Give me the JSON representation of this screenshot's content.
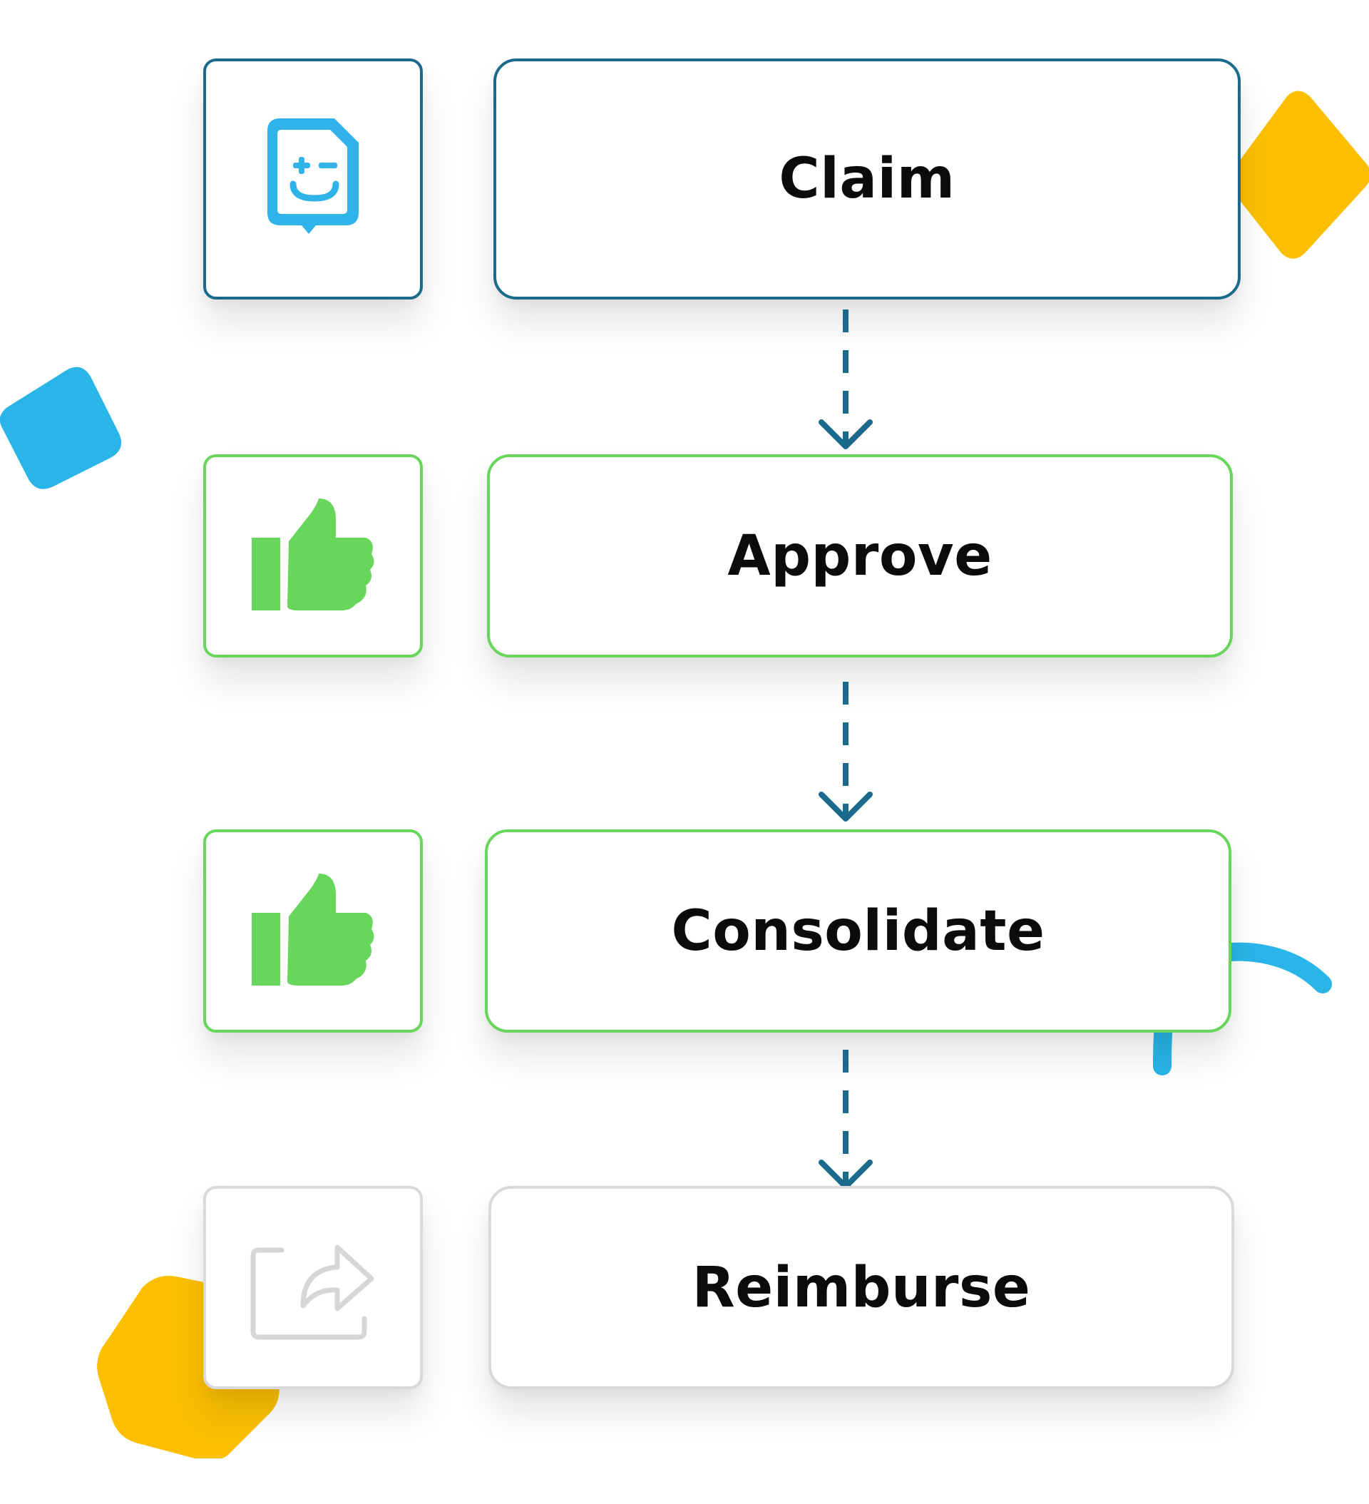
{
  "colors": {
    "accent_blue": "#1a6a8c",
    "accent_green": "#67d65a",
    "muted_grey": "#d9d9d9",
    "sky_blue": "#29b5e8",
    "yellow": "#fbbf00"
  },
  "steps": [
    {
      "label": "Claim",
      "icon": "smiling-document-icon",
      "status_color": "#1a6a8c"
    },
    {
      "label": "Approve",
      "icon": "thumbs-up-icon",
      "status_color": "#67d65a"
    },
    {
      "label": "Consolidate",
      "icon": "thumbs-up-icon",
      "status_color": "#67d65a"
    },
    {
      "label": "Reimburse",
      "icon": "share-icon",
      "status_color": "#d9d9d9"
    }
  ]
}
